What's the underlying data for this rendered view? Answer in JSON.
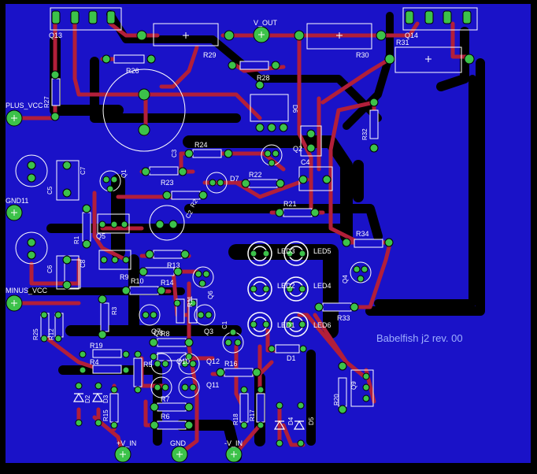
{
  "board": {
    "title": "Babelfish j2 rev. 00",
    "colors": {
      "background": "#000000",
      "copper_pour": "#1a12c8",
      "trace": "#b21f3a",
      "pad": "#3cc24a",
      "silkscreen": "#ffffff",
      "note": "#9fb0ff"
    }
  },
  "connectors": {
    "v_out": "V_OUT",
    "plus_vcc": "PLUS_VCC",
    "gnd11": "GND11",
    "minus_vcc": "MINUS_VCC",
    "plus_v_in": "+V_IN",
    "gnd": "GND",
    "minus_v_in": "-V_IN"
  },
  "transistors": [
    "Q13",
    "Q14",
    "Q1",
    "Q2",
    "Q3",
    "Q4",
    "Q5",
    "Q6",
    "Q7",
    "Q8",
    "Q9",
    "Q10",
    "Q11",
    "Q12"
  ],
  "resistors": [
    "R1",
    "R2",
    "R3",
    "R4",
    "R5",
    "R6",
    "R7",
    "R8",
    "R9",
    "R10",
    "R11",
    "R12",
    "R13",
    "R14",
    "R15",
    "R16",
    "R17",
    "R18",
    "R19",
    "R20",
    "R21",
    "R22",
    "R23",
    "R24",
    "R25",
    "R26",
    "R27",
    "R28",
    "R29",
    "R30",
    "R31",
    "R32",
    "R33",
    "R34"
  ],
  "capacitors": [
    "C1",
    "C2",
    "C3",
    "C4",
    "C5",
    "C6",
    "C7",
    "C8"
  ],
  "diodes": [
    "D1",
    "D2",
    "D3",
    "D4",
    "D5",
    "D6",
    "D7"
  ],
  "leds": [
    "LED1",
    "LED2",
    "LED3",
    "LED4",
    "LED5",
    "LED6"
  ]
}
